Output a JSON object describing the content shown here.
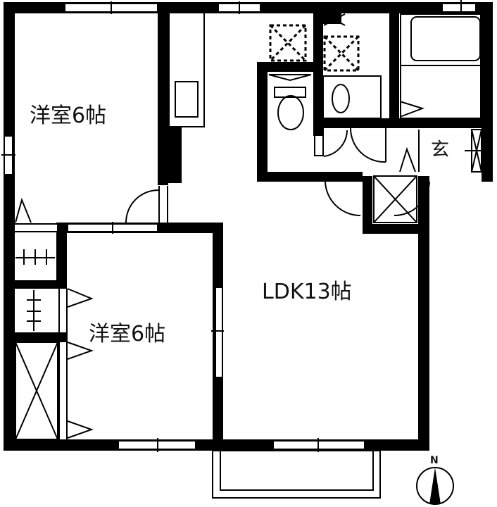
{
  "floorplan": {
    "rooms": [
      {
        "id": "western-room-north",
        "label": "洋室6帖",
        "type": "Western-style room",
        "size_jo": 6
      },
      {
        "id": "western-room-south",
        "label": "洋室6帖",
        "type": "Western-style room",
        "size_jo": 6
      },
      {
        "id": "ldk",
        "label": "LDK13帖",
        "type": "Living/Dining/Kitchen",
        "size_jo": 13
      },
      {
        "id": "entrance",
        "label": "玄",
        "type": "Entrance (genkan)"
      }
    ],
    "fixtures": [
      "toilet",
      "washbasin",
      "bathtub",
      "kitchen-sink",
      "washing-machine-space",
      "closets",
      "balcony"
    ],
    "compass": {
      "label": "N"
    },
    "colors": {
      "wall": "#000000",
      "background": "#ffffff"
    }
  }
}
